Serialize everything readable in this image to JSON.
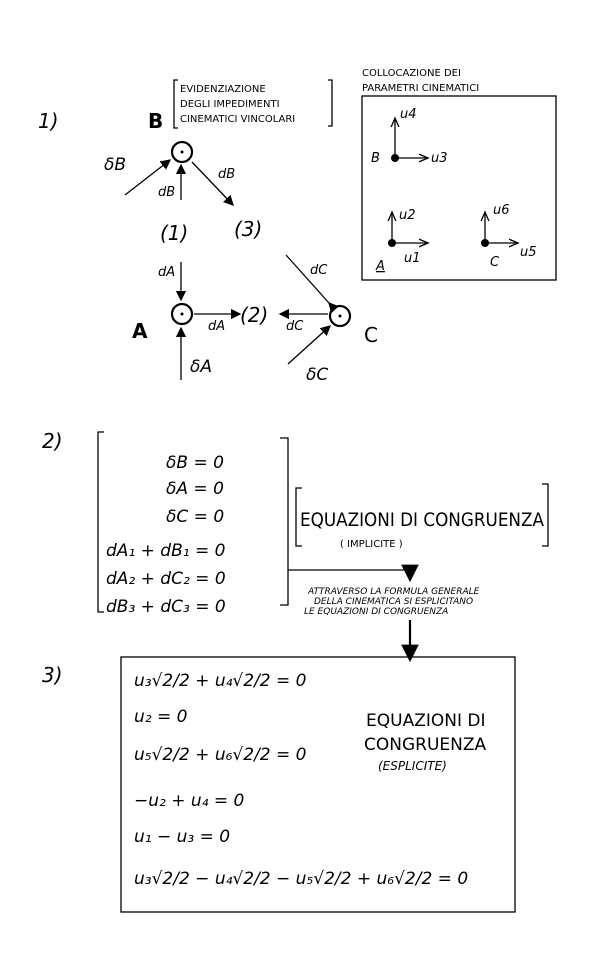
{
  "section1": {
    "number": "1)",
    "note_lines": [
      "EVIDENZIAZIONE",
      "DEGLI IMPEDIMENTI",
      "CINEMATICI VINCOLARI"
    ],
    "nodes": {
      "B": "B",
      "A": "A",
      "C": "C"
    },
    "members": [
      "(1)",
      "(2)",
      "(3)"
    ],
    "labels": {
      "deltaB": "δB",
      "deltaA": "δA",
      "deltaC": "δC",
      "dB_1": "dB",
      "dB_3": "dB",
      "dA_1": "dA",
      "dA_2": "dA",
      "dC_2": "dC",
      "dC_3": "dC"
    },
    "params_title": [
      "COLLOCAZIONE DEI",
      "PARAMETRI CINEMATICI"
    ],
    "params": {
      "u1": "u1",
      "u2": "u2",
      "u3": "u3",
      "u4": "u4",
      "u5": "u5",
      "u6": "u6",
      "B": "B",
      "A": "A",
      "C": "C"
    }
  },
  "section2": {
    "number": "2)",
    "equations": [
      "δB = 0",
      "δA = 0",
      "δC = 0",
      "dA₁ + dB₁ = 0",
      "dA₂ + dC₂ = 0",
      "dB₃ + dC₃ = 0"
    ],
    "title": "EQUAZIONI DI CONGRUENZA",
    "subtitle": "( IMPLICITE )",
    "note_lines": [
      "ATTRAVERSO LA FORMULA GENERALE",
      "DELLA CINEMATICA SI ESPLICITANO",
      "LE EQUAZIONI DI CONGRUENZA"
    ]
  },
  "section3": {
    "number": "3)",
    "equations": [
      "u₃√2/2 + u₄√2/2 = 0",
      "u₂ = 0",
      "u₅√2/2 + u₆√2/2 = 0",
      "−u₂ + u₄ = 0",
      "u₁ − u₃ = 0",
      "u₃√2/2 − u₄√2/2 − u₅√2/2 + u₆√2/2 = 0"
    ],
    "title_lines": [
      "EQUAZIONI DI",
      "CONGRUENZA"
    ],
    "subtitle": "(ESPLICITE)"
  }
}
